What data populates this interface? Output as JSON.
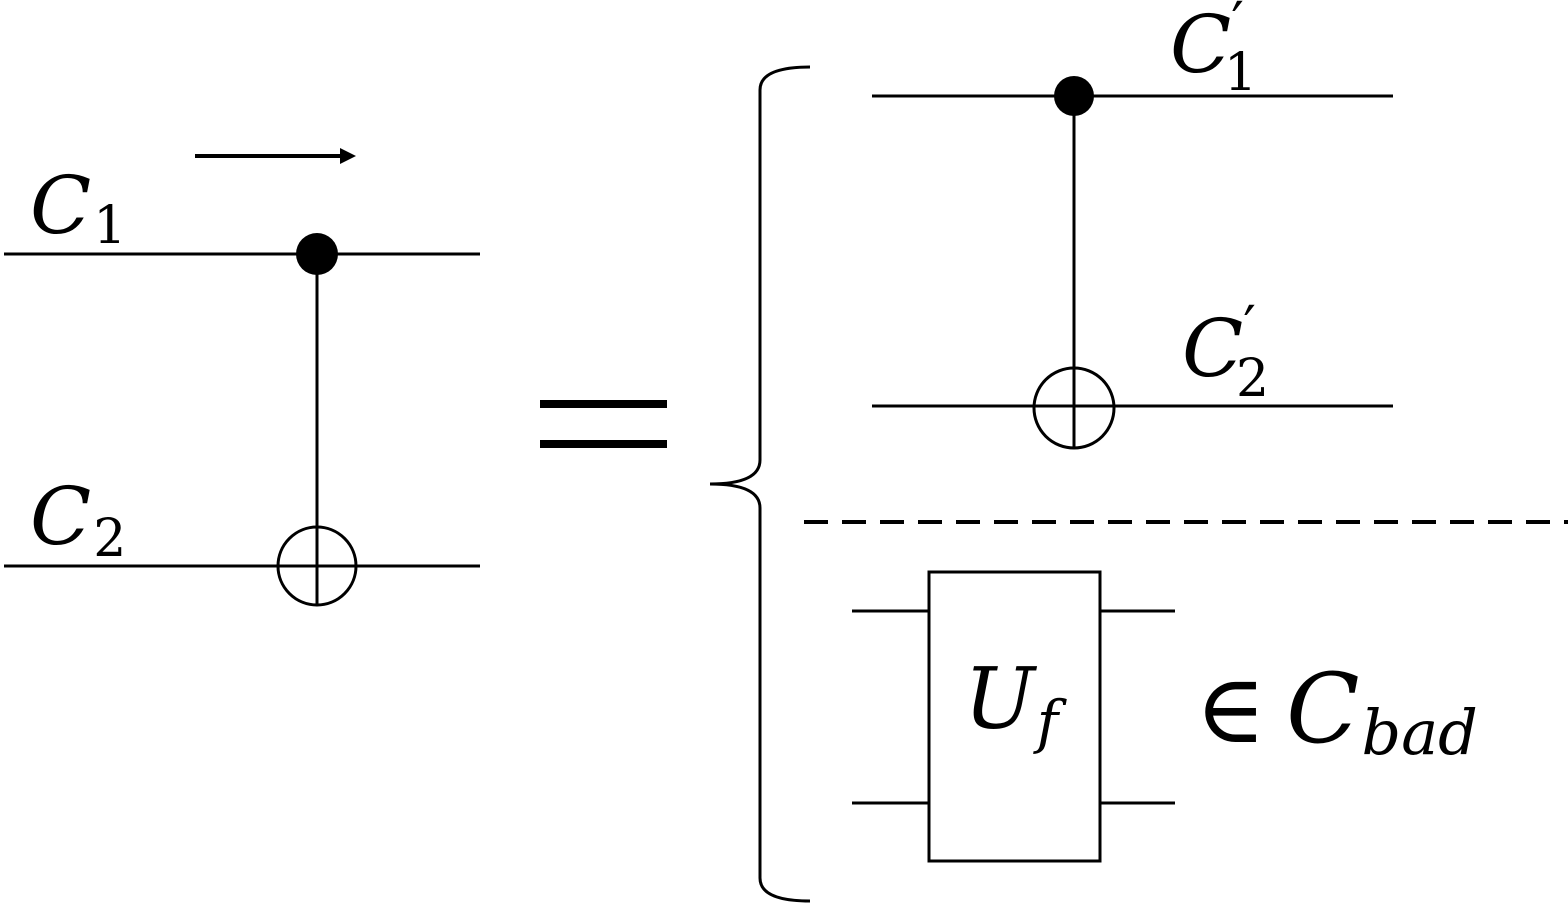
{
  "left_circuit": {
    "wire1_label": {
      "base": "C",
      "sub": "1"
    },
    "wire2_label": {
      "base": "C",
      "sub": "2"
    },
    "gate": "CNOT",
    "direction_arrow": "arrow-right"
  },
  "equals_symbol": "=",
  "right_top_circuit": {
    "wire1_label": {
      "base": "C",
      "sub": "1",
      "prime": "′"
    },
    "wire2_label": {
      "base": "C",
      "sub": "2",
      "prime": "′"
    },
    "gate": "CNOT"
  },
  "right_bottom": {
    "gate_label": {
      "base": "U",
      "sub": "f"
    },
    "membership": {
      "symbol": "∈",
      "base": "C",
      "sub": "bad"
    }
  },
  "colors": {
    "ink": "#000000",
    "background": "#ffffff"
  }
}
